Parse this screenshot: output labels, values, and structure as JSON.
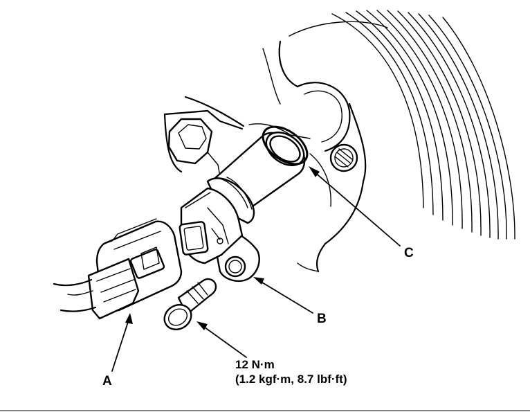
{
  "labels": {
    "a": "A",
    "b": "B",
    "c": "C"
  },
  "torque": {
    "line1": "12 N·m",
    "line2": "(1.2 kgf·m, 8.7 lbf·ft)"
  }
}
